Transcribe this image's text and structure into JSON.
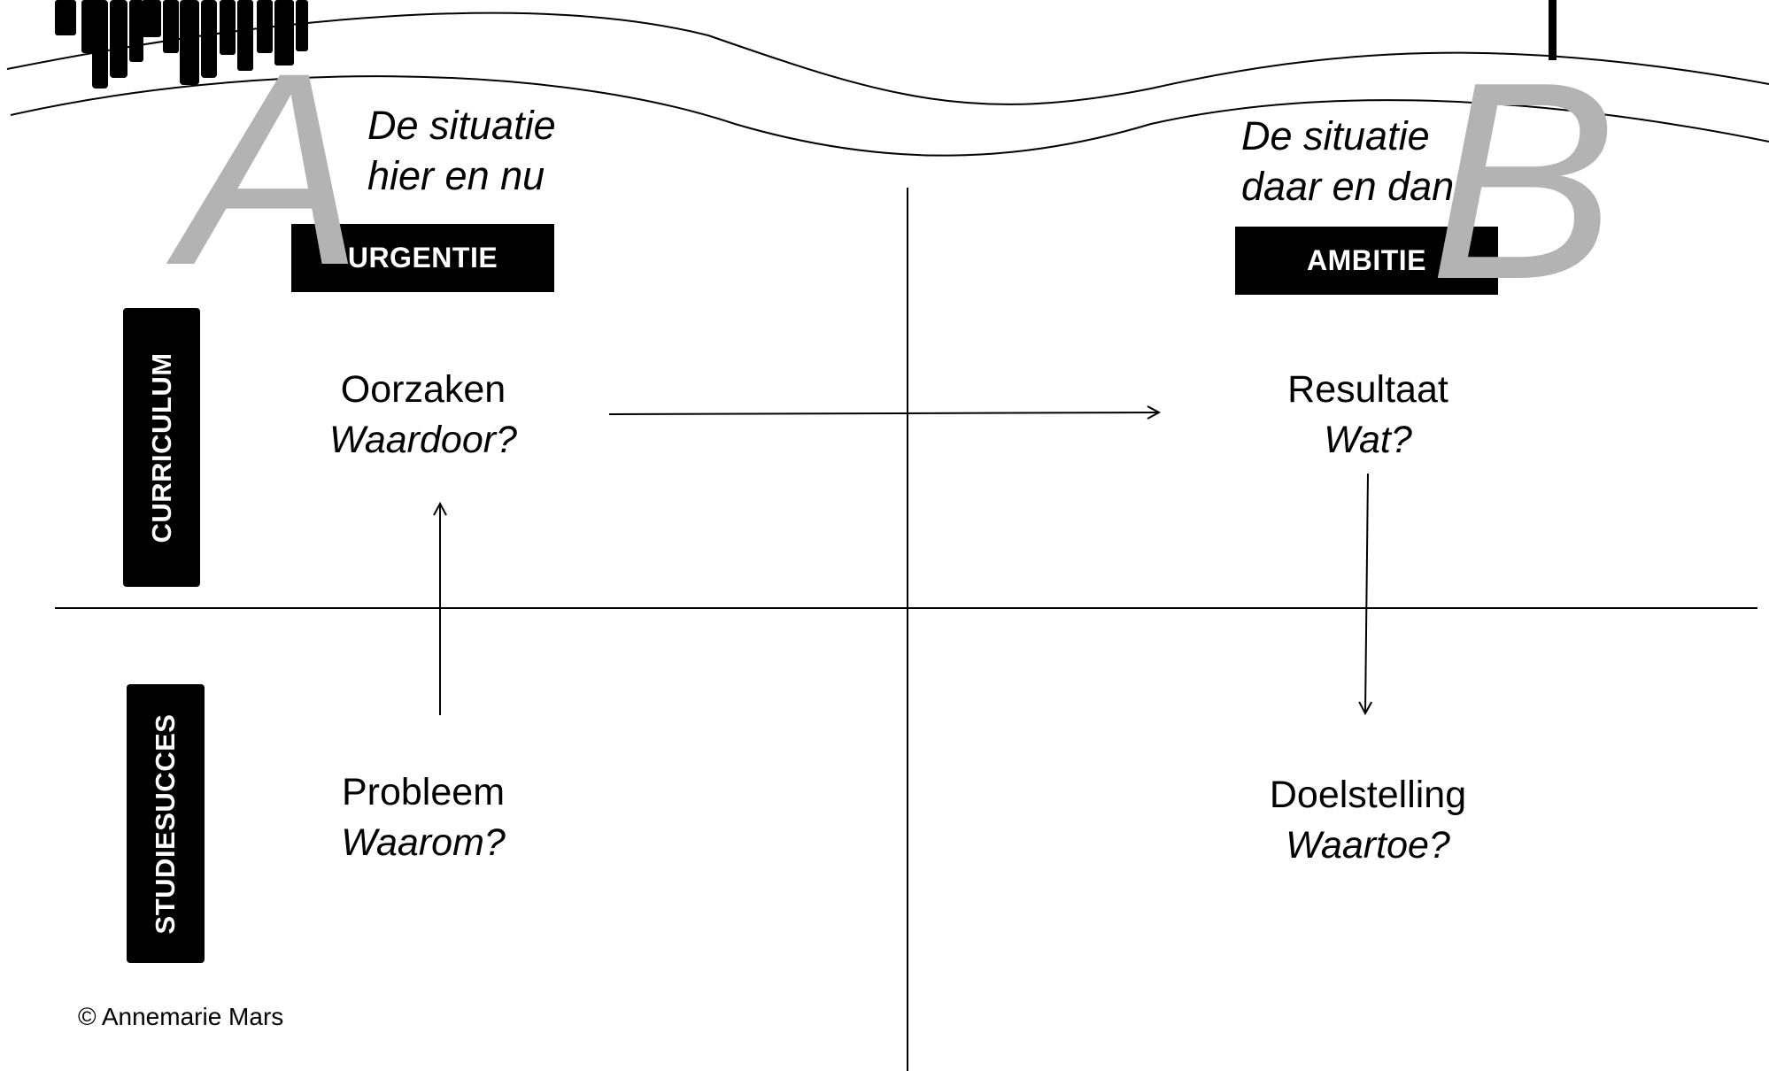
{
  "situation_left": {
    "line1": "De situatie",
    "line2": "hier en nu"
  },
  "situation_right": {
    "line1": "De situatie",
    "line2": "daar en dan"
  },
  "letters": {
    "a": "A",
    "b": "B"
  },
  "labels": {
    "urgentie": "URGENTIE",
    "ambitie": "AMBITIE"
  },
  "side_labels": {
    "curriculum": "CURRICULUM",
    "studiesucces": "STUDIESUCCES"
  },
  "nodes": {
    "oorzaken": {
      "title": "Oorzaken",
      "question": "Waardoor?"
    },
    "resultaat": {
      "title": "Resultaat",
      "question": "Wat?"
    },
    "probleem": {
      "title": "Probleem",
      "question": "Waarom?"
    },
    "doelstelling": {
      "title": "Doelstelling",
      "question": "Waartoe?"
    }
  },
  "copyright": "© Annemarie Mars",
  "colors": {
    "letter_gray": "#b3b3b3",
    "ink": "#000000",
    "background": "#ffffff"
  }
}
